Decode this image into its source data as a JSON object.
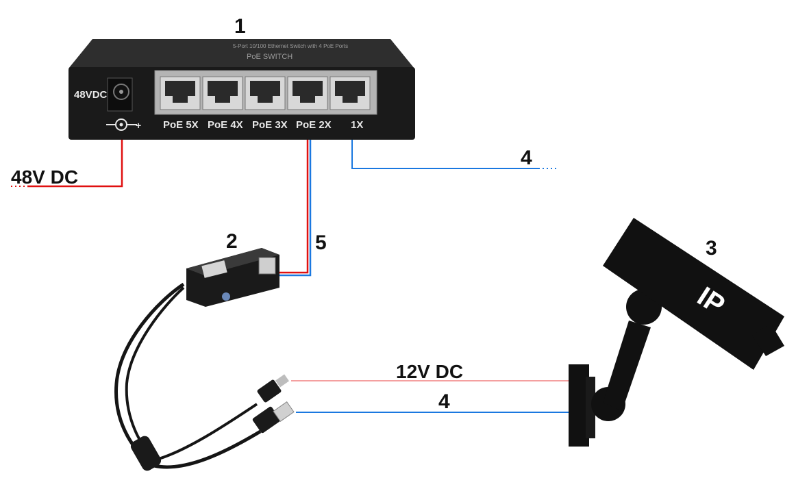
{
  "labels": {
    "switch_num": "1",
    "splitter_num": "2",
    "camera_num": "3",
    "cable4_top": "4",
    "cable5": "5",
    "cable4_bottom": "4",
    "power_48v": "48V DC",
    "power_12v": "12V DC"
  },
  "switch": {
    "dc_label": "48VDC",
    "polarity": "−○− +",
    "title": "PoE SWITCH",
    "subtitle": "5-Port 10/100 Ethernet Switch with 4 PoE Ports",
    "ports": [
      "PoE 5X",
      "PoE 4X",
      "PoE 3X",
      "PoE 2X",
      "1X"
    ]
  },
  "camera": {
    "text": "IP"
  },
  "colors": {
    "power_red": "#e01010",
    "lan_blue": "#1a78e0",
    "dc_pink": "#f4a0a0",
    "device_black": "#1a1a1a"
  }
}
